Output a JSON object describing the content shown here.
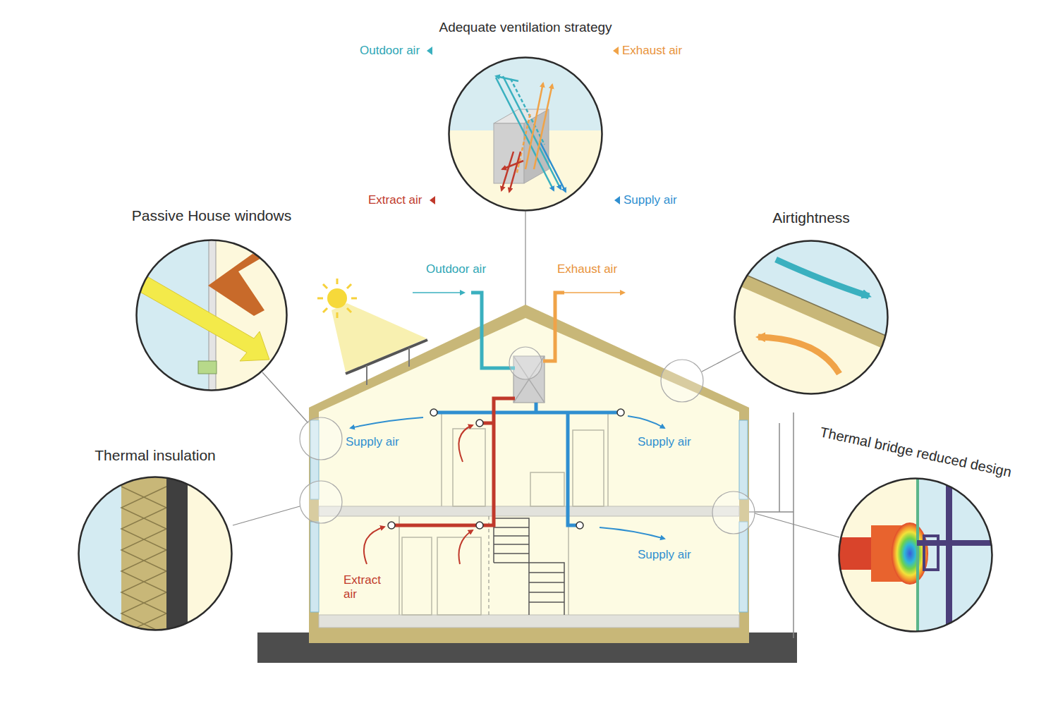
{
  "diagram": {
    "nodes": [
      {
        "text": [
          "Adequate ventilation strategy"
        ]
      },
      {
        "text": [
          "Passive House windows"
        ]
      },
      {
        "text": [
          "Airtightness"
        ]
      },
      {
        "text": [
          "Thermal insulation"
        ]
      },
      {
        "text": [
          "Thermal bridge reduced design"
        ]
      }
    ],
    "labels": [
      "Outdoor air",
      "Exhaust air",
      "Extract air",
      "Supply air",
      "Outdoor air",
      "Exhaust air",
      "Supply air",
      "Supply air",
      "Supply air",
      "Extract air"
    ]
  }
}
